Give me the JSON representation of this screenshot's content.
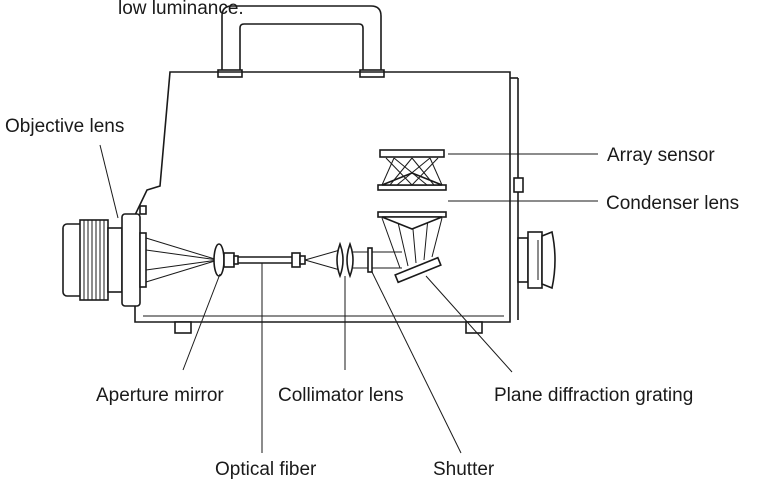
{
  "header": {
    "caption": "low luminance."
  },
  "labels": {
    "objective_lens": "Objective lens",
    "array_sensor": "Array sensor",
    "condenser_lens": "Condenser lens",
    "aperture_mirror": "Aperture mirror",
    "collimator_lens": "Collimator lens",
    "plane_diffraction_grating": "Plane diffraction grating",
    "optical_fiber": "Optical fiber",
    "shutter": "Shutter"
  }
}
